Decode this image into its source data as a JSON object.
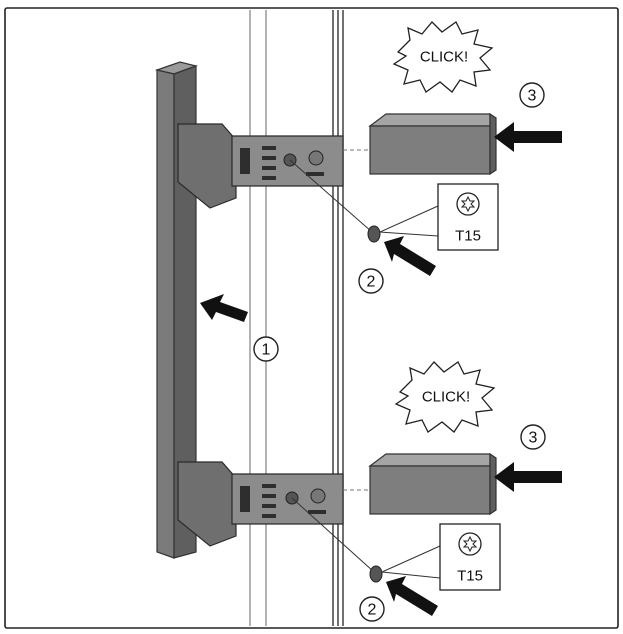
{
  "callouts": {
    "handle": "1",
    "screw_top": "2",
    "screw_bottom": "2",
    "cover_top": "3",
    "cover_bottom": "3"
  },
  "bursts": {
    "top": "CLICK!",
    "bottom": "CLICK!"
  },
  "tool_labels": {
    "top": "T15",
    "bottom": "T15"
  },
  "icons": {
    "torx": "torx-icon",
    "push_arrow": "push-arrow-icon"
  }
}
